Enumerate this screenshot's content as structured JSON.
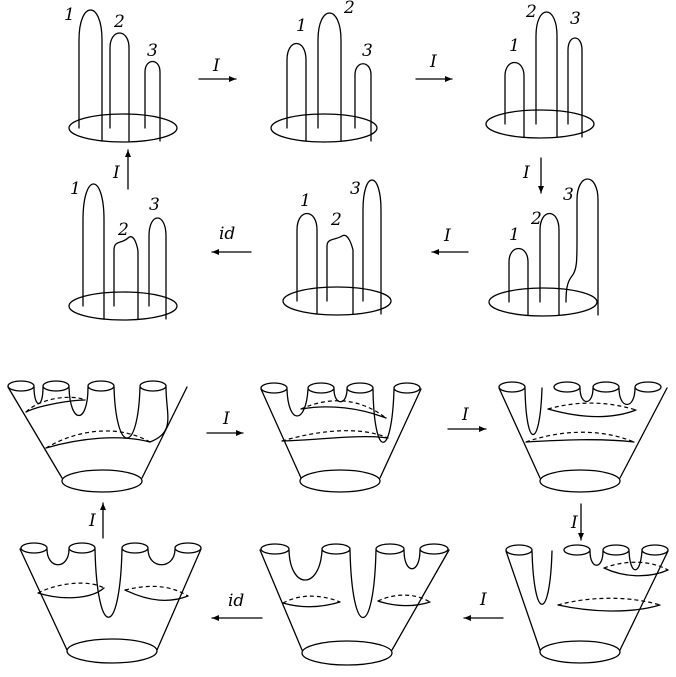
{
  "top": {
    "panels": [
      {
        "labels": [
          "1",
          "2",
          "3"
        ]
      },
      {
        "labels": [
          "1",
          "2",
          "3"
        ]
      },
      {
        "labels": [
          "1",
          "2",
          "3"
        ]
      },
      {
        "labels": [
          "1",
          "2",
          "3"
        ]
      },
      {
        "labels": [
          "1",
          "2",
          "3"
        ]
      },
      {
        "labels": [
          "1",
          "2",
          "3"
        ]
      }
    ],
    "arrows": [
      "I",
      "I",
      "I",
      "I",
      "id",
      "I"
    ]
  },
  "bottom": {
    "arrows": [
      "I",
      "I",
      "I",
      "I",
      "id",
      "I"
    ]
  }
}
